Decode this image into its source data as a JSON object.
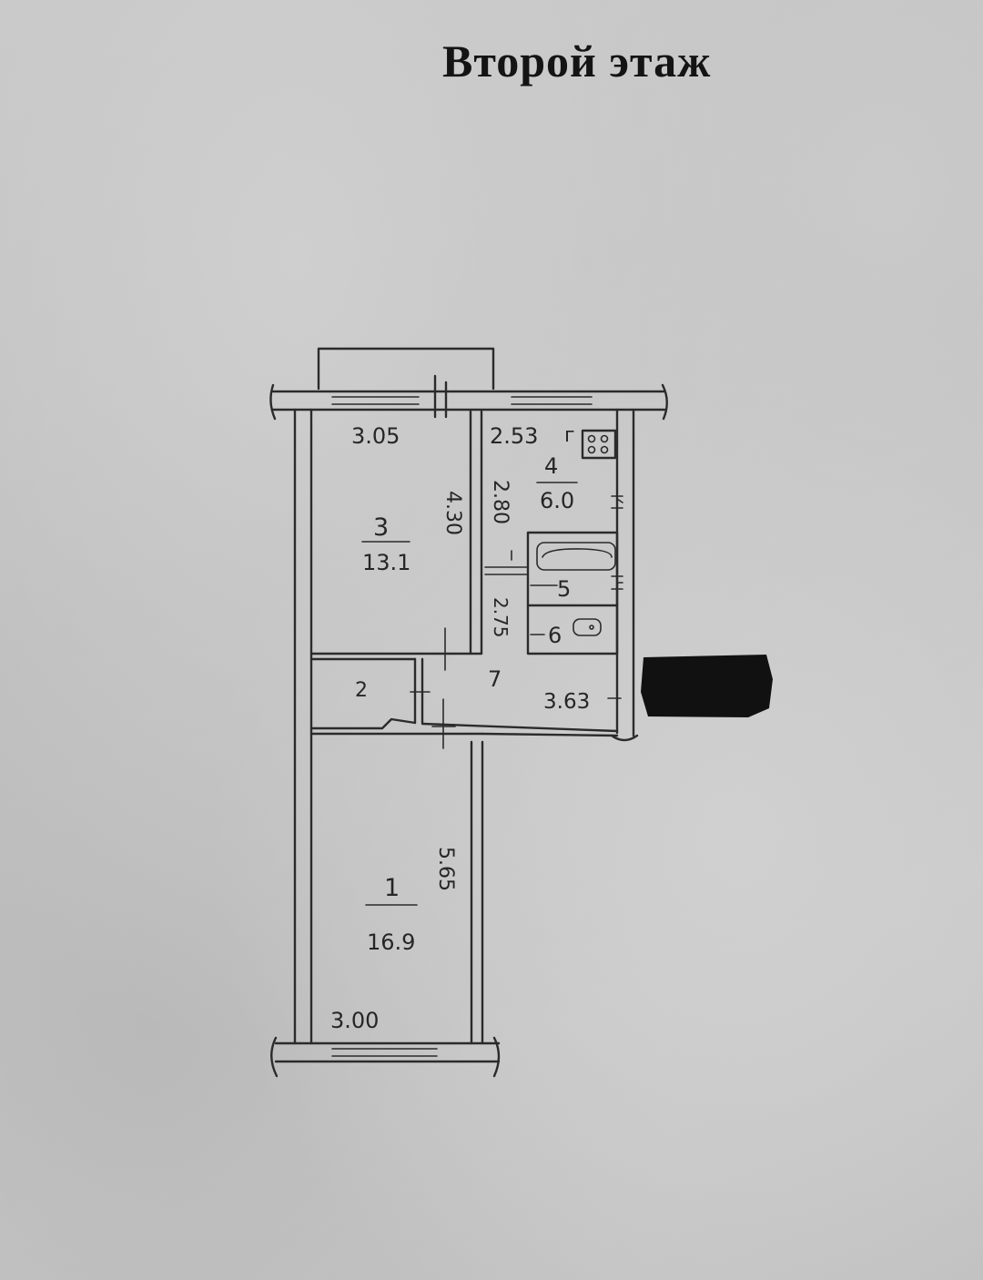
{
  "title": "Второй этаж",
  "rooms": [
    {
      "number": "3",
      "area": "13.1"
    },
    {
      "number": "4",
      "area": "6.0"
    },
    {
      "number": "5"
    },
    {
      "number": "6"
    },
    {
      "number": "2"
    },
    {
      "number": "7"
    },
    {
      "number": "1",
      "area": "16.9"
    }
  ],
  "dimensions": {
    "room3_width": "3.05",
    "room3_length": "4.30",
    "kitchen_width": "2.53",
    "kitchen_length": "2.80",
    "bath_length": "2.75",
    "hall_length": "3.63",
    "room1_length": "5.65",
    "room1_width": "3.00"
  },
  "kitchen_marker": "г",
  "redaction_color": "#111111"
}
